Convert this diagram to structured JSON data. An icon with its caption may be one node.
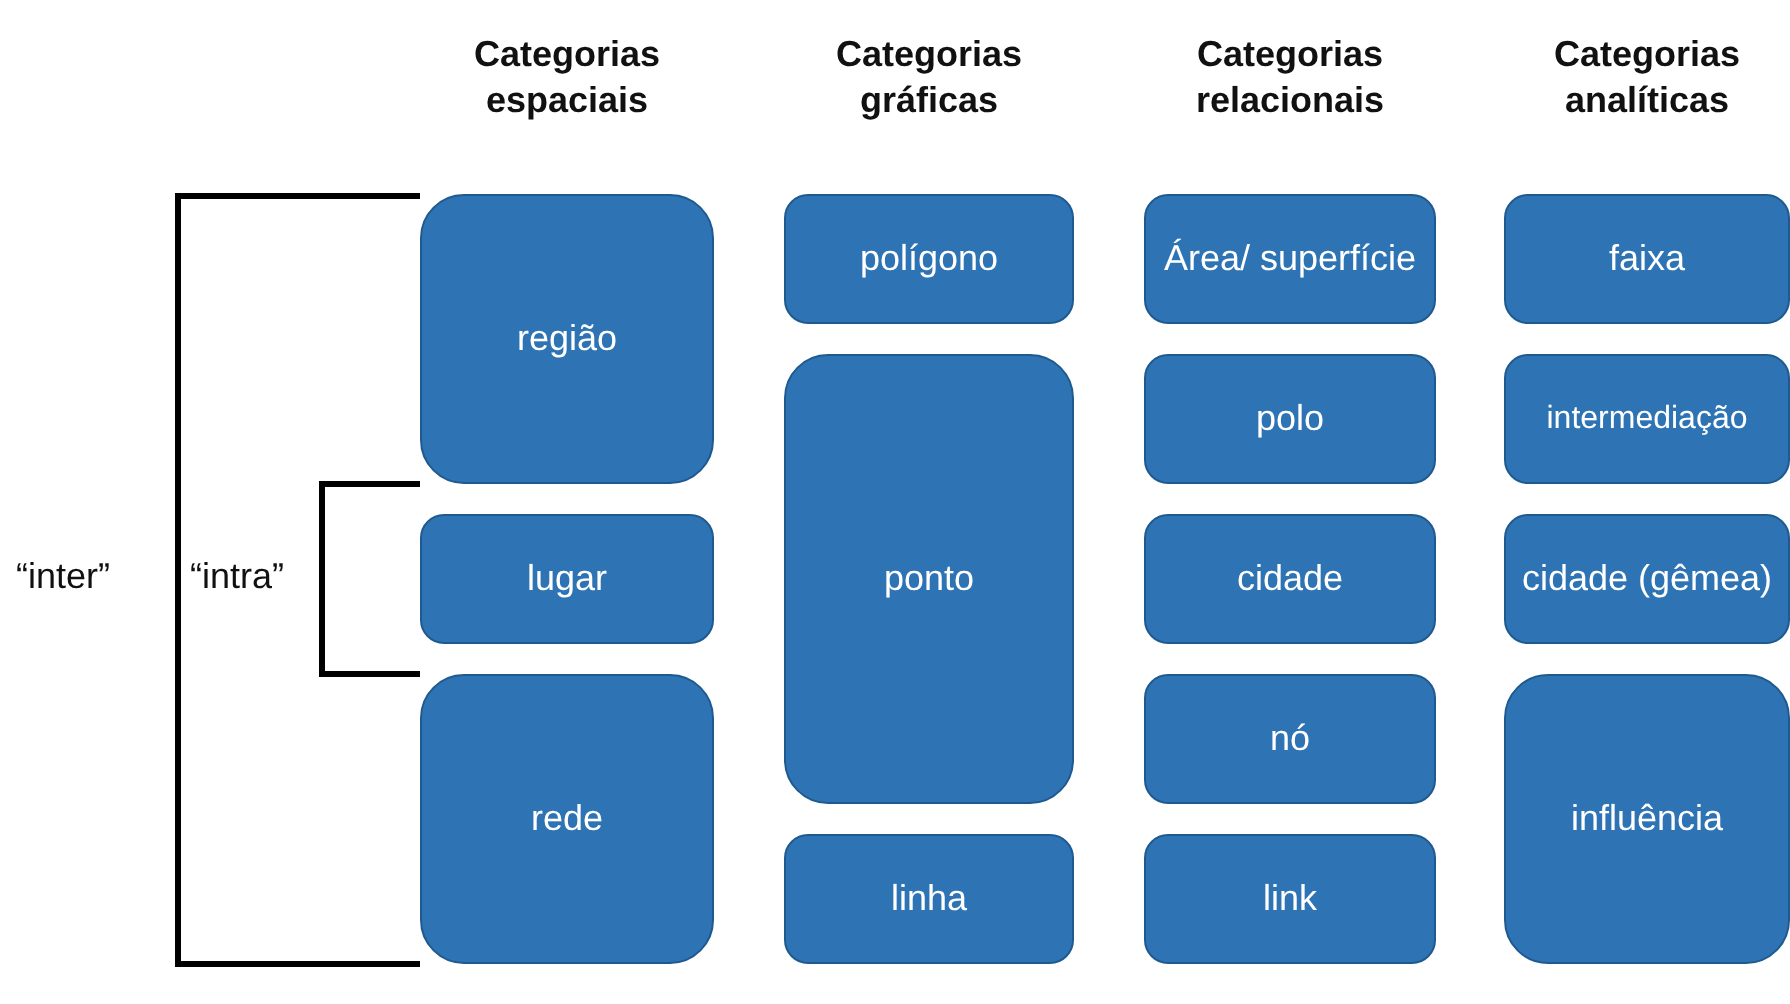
{
  "diagram": {
    "nodes": [
      {
        "text": [
          "região"
        ]
      },
      {
        "text": [
          "lugar"
        ]
      },
      {
        "text": [
          "rede"
        ]
      },
      {
        "text": [
          "polígono"
        ]
      },
      {
        "text": [
          "ponto"
        ]
      },
      {
        "text": [
          "linha"
        ]
      },
      {
        "text": [
          "Área/ superfície"
        ]
      },
      {
        "text": [
          "polo"
        ]
      },
      {
        "text": [
          "cidade"
        ]
      },
      {
        "text": [
          "nó"
        ]
      },
      {
        "text": [
          "link"
        ]
      },
      {
        "text": [
          "faixa"
        ]
      },
      {
        "text": [
          "intermediação"
        ]
      },
      {
        "text": [
          "cidade (gêmea)"
        ]
      },
      {
        "text": [
          "influência"
        ]
      }
    ],
    "edges": [],
    "labels": [
      "Categorias espaciais",
      "Categorias gráficas",
      "Categorias relacionais",
      "Categorias analíticas",
      "“inter”",
      "“intra”"
    ]
  }
}
